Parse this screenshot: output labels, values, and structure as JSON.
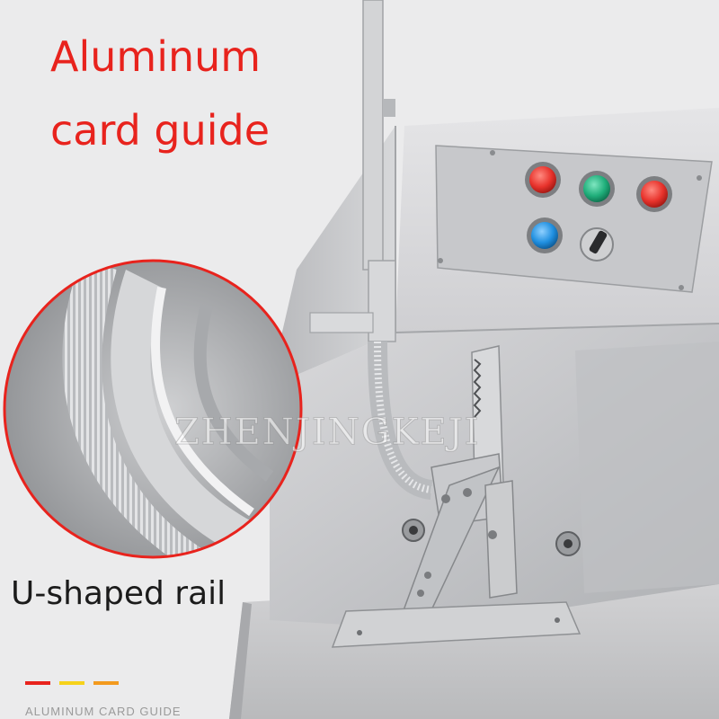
{
  "headline": {
    "line1": "Aluminum",
    "line2": "card guide"
  },
  "detail_label": "U-shaped rail",
  "watermark": "ZHENJINGKEJI",
  "caption": "ALUMINUM CARD GUIDE",
  "colors": {
    "headline": "#e8231d",
    "detail_ring": "#e8231d",
    "accent_1": "#e8231d",
    "accent_2": "#f6d21a",
    "accent_3": "#f39a1e",
    "button_red": "#e8332c",
    "button_green": "#1fae7a",
    "button_blue": "#1f8fe0"
  }
}
